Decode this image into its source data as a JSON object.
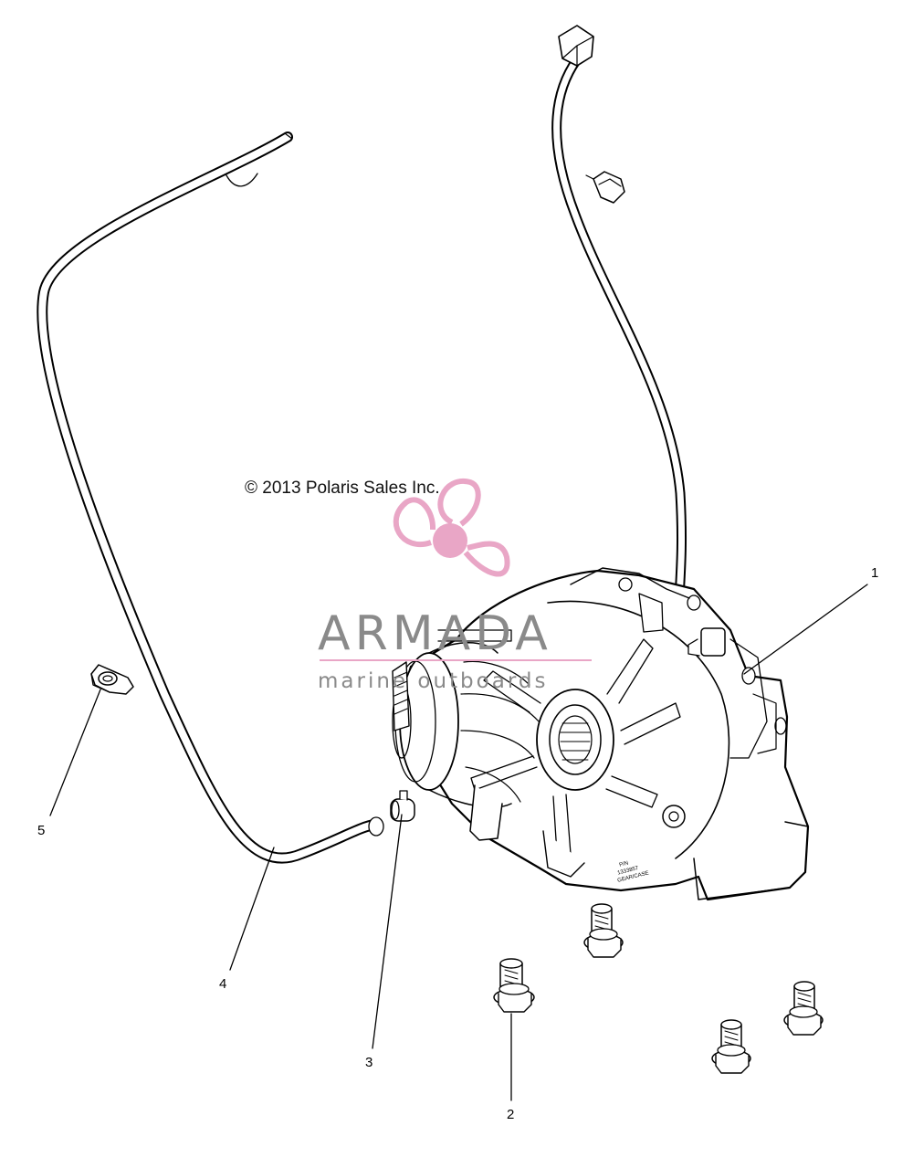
{
  "copyright": "© 2013 Polaris Sales Inc.",
  "watermark": {
    "title": "ARMADA",
    "subtitle": "marine outboards",
    "accent_color": "#e9a6c6",
    "text_color": "#8a8a8a"
  },
  "callouts": [
    {
      "id": "1",
      "label": "1"
    },
    {
      "id": "2",
      "label": "2"
    },
    {
      "id": "3",
      "label": "3"
    },
    {
      "id": "4",
      "label": "4"
    },
    {
      "id": "5",
      "label": "5"
    }
  ],
  "stamp_text": "P/N 1333857 GEAR/CASE"
}
